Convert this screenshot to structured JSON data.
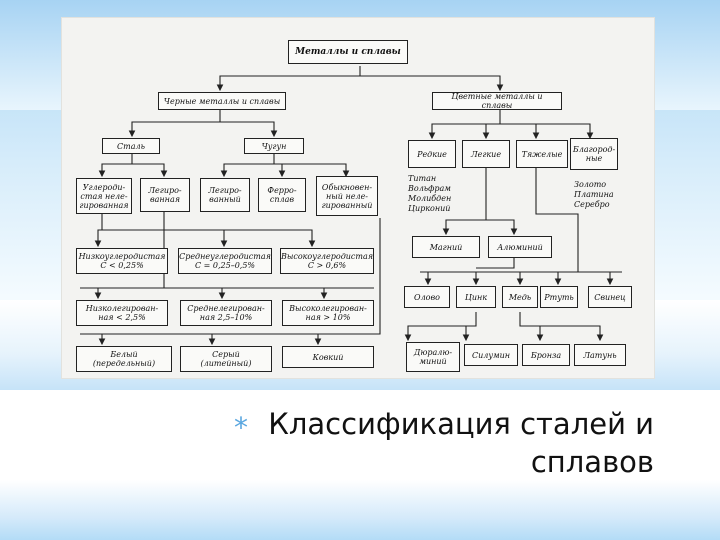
{
  "slide": {
    "title": "Классификация сталей и сплавов",
    "bullet_symbol": "*",
    "accent_color": "#5aa7e0"
  },
  "diagram": {
    "root": "Металлы и сплавы",
    "ferrous": "Черные металлы и сплавы",
    "nonferrous": "Цветные металлы и сплавы",
    "steel": "Сталь",
    "cast_iron": "Чугун",
    "carbon_steel": "Углероди-\nстая нелe-\nгированная",
    "alloyed_steel": "Легиро-\nванная",
    "alloyed_iron": "Легиро-\nванный",
    "ferroalloy": "Ферро-\nсплав",
    "ordinary_iron": "Обыкновен-\nный нелe-\nгированный",
    "low_carbon": "Низкоуглеродистая\nС < 0,25%",
    "medium_carbon": "Среднеуглеродистая\nС = 0,25–0,5%",
    "high_carbon": "Высокоуглеродистая\nС > 0,6%",
    "low_alloy": "Низколегирован-\nная < 2,5%",
    "medium_alloy": "Среднелегирован-\nная 2,5–10%",
    "high_alloy": "Высоколегирован-\nная > 10%",
    "white_iron": "Белый\n(передельный)",
    "gray_iron": "Серый\n(литейный)",
    "malleable_iron": "Ковкий",
    "rare": "Редкие",
    "light": "Легкие",
    "heavy": "Тяжелые",
    "noble": "Благород-\nные",
    "rare_list": "Титан\nВольфрам\nМолибден\nЦирконий",
    "noble_list": "Золото\nПлатина\nСеребро",
    "magnesium": "Магний",
    "aluminum": "Алюминий",
    "tin": "Олово",
    "zinc": "Цинк",
    "copper": "Медь",
    "mercury": "Ртуть",
    "lead": "Свинец",
    "duralumin": "Дюралю-\nминий",
    "silumin": "Силумин",
    "bronze": "Бронза",
    "brass": "Латунь"
  }
}
